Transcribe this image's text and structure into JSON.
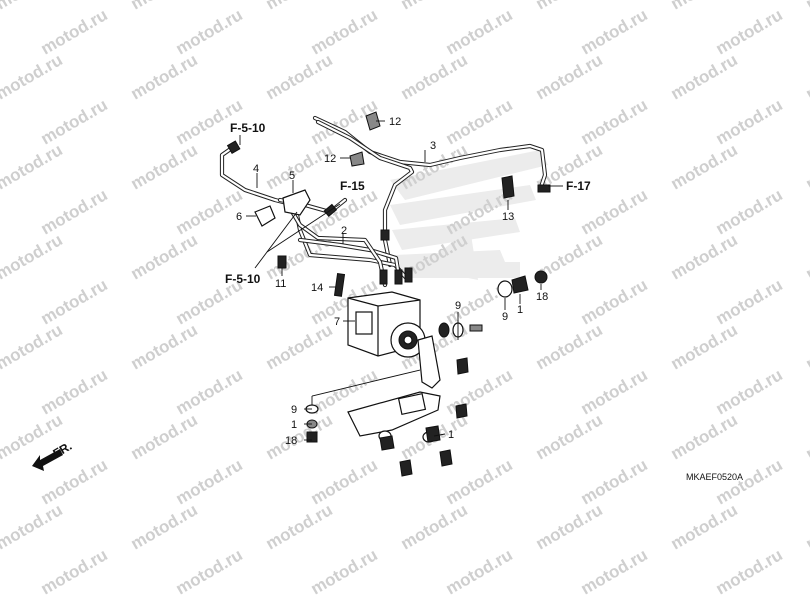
{
  "watermark": "motod.ru",
  "diagram_code": "MKAEF0520A",
  "front_indicator": "FR.",
  "refs": {
    "f510_top": "F-5-10",
    "f15": "F-15",
    "f510_left": "F-5-10",
    "f17": "F-17"
  },
  "part_numbers": {
    "p1a": "1",
    "p1b": "1",
    "p1c": "1",
    "p2": "2",
    "p3": "3",
    "p4": "4",
    "p5": "5",
    "p6": "6",
    "p7": "7",
    "p9a": "9",
    "p9b": "9",
    "p9c": "9",
    "p11": "11",
    "p12a": "12",
    "p12b": "12",
    "p13": "13",
    "p14": "14",
    "p18a": "18",
    "p18b": "18"
  }
}
